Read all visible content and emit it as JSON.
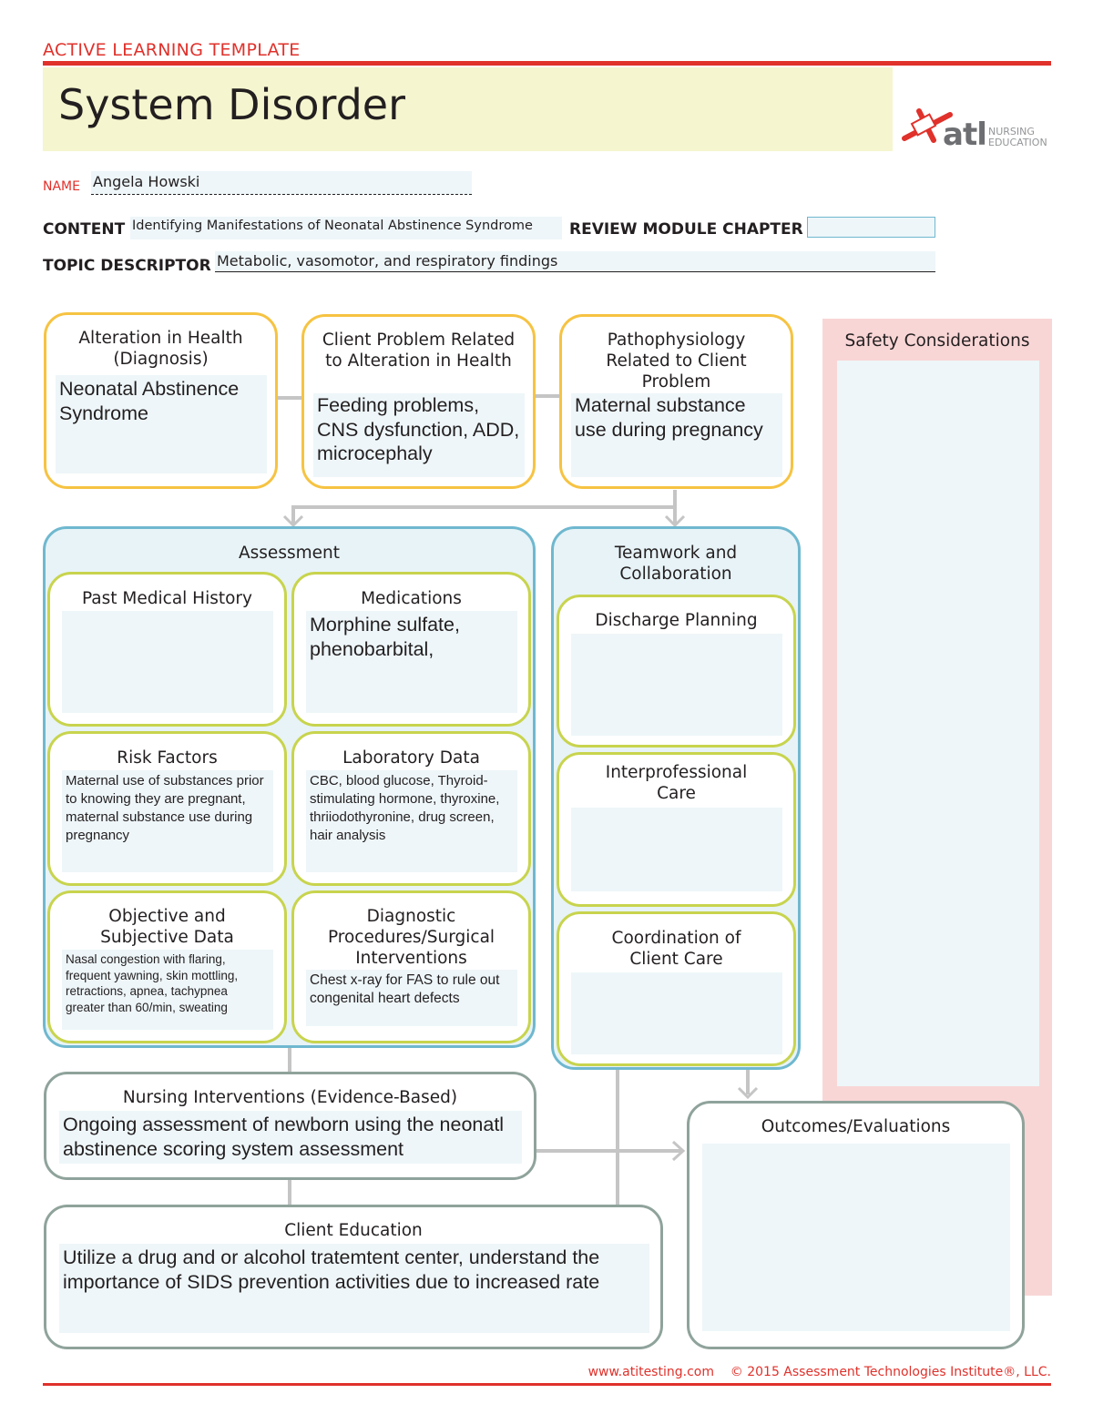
{
  "header": {
    "template_label": "ACTIVE LEARNING TEMPLATE",
    "title": "System Disorder",
    "logo_mark": "atl",
    "logo_line1": "NURSING",
    "logo_line2": "EDUCATION"
  },
  "form": {
    "name_label": "NAME",
    "name_value": "Angela Howski",
    "content_label": "CONTENT",
    "content_value": "Identifying Manifestations of Neonatal Abstinence Syndrome",
    "review_label": "REVIEW MODULE CHAPTER",
    "review_value": "",
    "topic_label": "TOPIC DESCRIPTOR",
    "topic_value": "Metabolic, vasomotor, and respiratory findings"
  },
  "top_boxes": {
    "alteration": {
      "title": "Alteration in Health (Diagnosis)",
      "text": "Neonatal Abstinence Syndrome"
    },
    "client_problem": {
      "title": "Client Problem Related to Alteration in Health",
      "text": "Feeding problems, CNS dysfunction, ADD, microcephaly"
    },
    "pathophysiology": {
      "title": "Pathophysiology Related to Client Problem",
      "text": "Maternal substance use during pregnancy"
    }
  },
  "safety": {
    "title": "Safety Considerations",
    "text": ""
  },
  "assessment": {
    "title": "Assessment",
    "past_medical": {
      "title": "Past Medical History",
      "text": ""
    },
    "medications": {
      "title": "Medications",
      "text": "Morphine sulfate, phenobarbital,"
    },
    "risk_factors": {
      "title": "Risk Factors",
      "text": "Maternal use of substances prior to knowing they are pregnant, maternal substance use during pregnancy"
    },
    "laboratory": {
      "title": "Laboratory Data",
      "text": "CBC, blood glucose, Thyroid-stimulating hormone, thyroxine, thriiodothyronine, drug screen, hair analysis"
    },
    "objective": {
      "title": "Objective and Subjective Data",
      "text": "Nasal congestion with flaring, frequent yawning, skin mottling, retractions, apnea, tachypnea greater than 60/min, sweating"
    },
    "diagnostic": {
      "title": "Diagnostic Procedures/Surgical Interventions",
      "text": "Chest x-ray for FAS to rule out congenital heart defects"
    }
  },
  "teamwork": {
    "title": "Teamwork and Collaboration",
    "discharge": {
      "title": "Discharge Planning",
      "text": ""
    },
    "interprofessional": {
      "title": "Interprofessional Care",
      "text": ""
    },
    "coordination": {
      "title": "Coordination of Client Care",
      "text": ""
    }
  },
  "nursing": {
    "title": "Nursing Interventions (Evidence-Based)",
    "text": "Ongoing assessment of newborn using the neonatl abstinence scoring system assessment"
  },
  "outcomes": {
    "title": "Outcomes/Evaluations",
    "text": ""
  },
  "education": {
    "title": "Client Education",
    "text": "Utilize a drug and or alcohol tratemtent center, understand the importance of SIDS prevention activities due to increased rate"
  },
  "footer": {
    "url": "www.atitesting.com",
    "copyright": "© 2015 Assessment Technologies Institute®, LLC."
  },
  "colors": {
    "brand_red": "#e0312b",
    "yellow": "#f6c342",
    "green": "#c8d44d",
    "teal": "#6fb8cf",
    "slate": "#8fa39b",
    "safety_pink": "#f9d6d6"
  }
}
